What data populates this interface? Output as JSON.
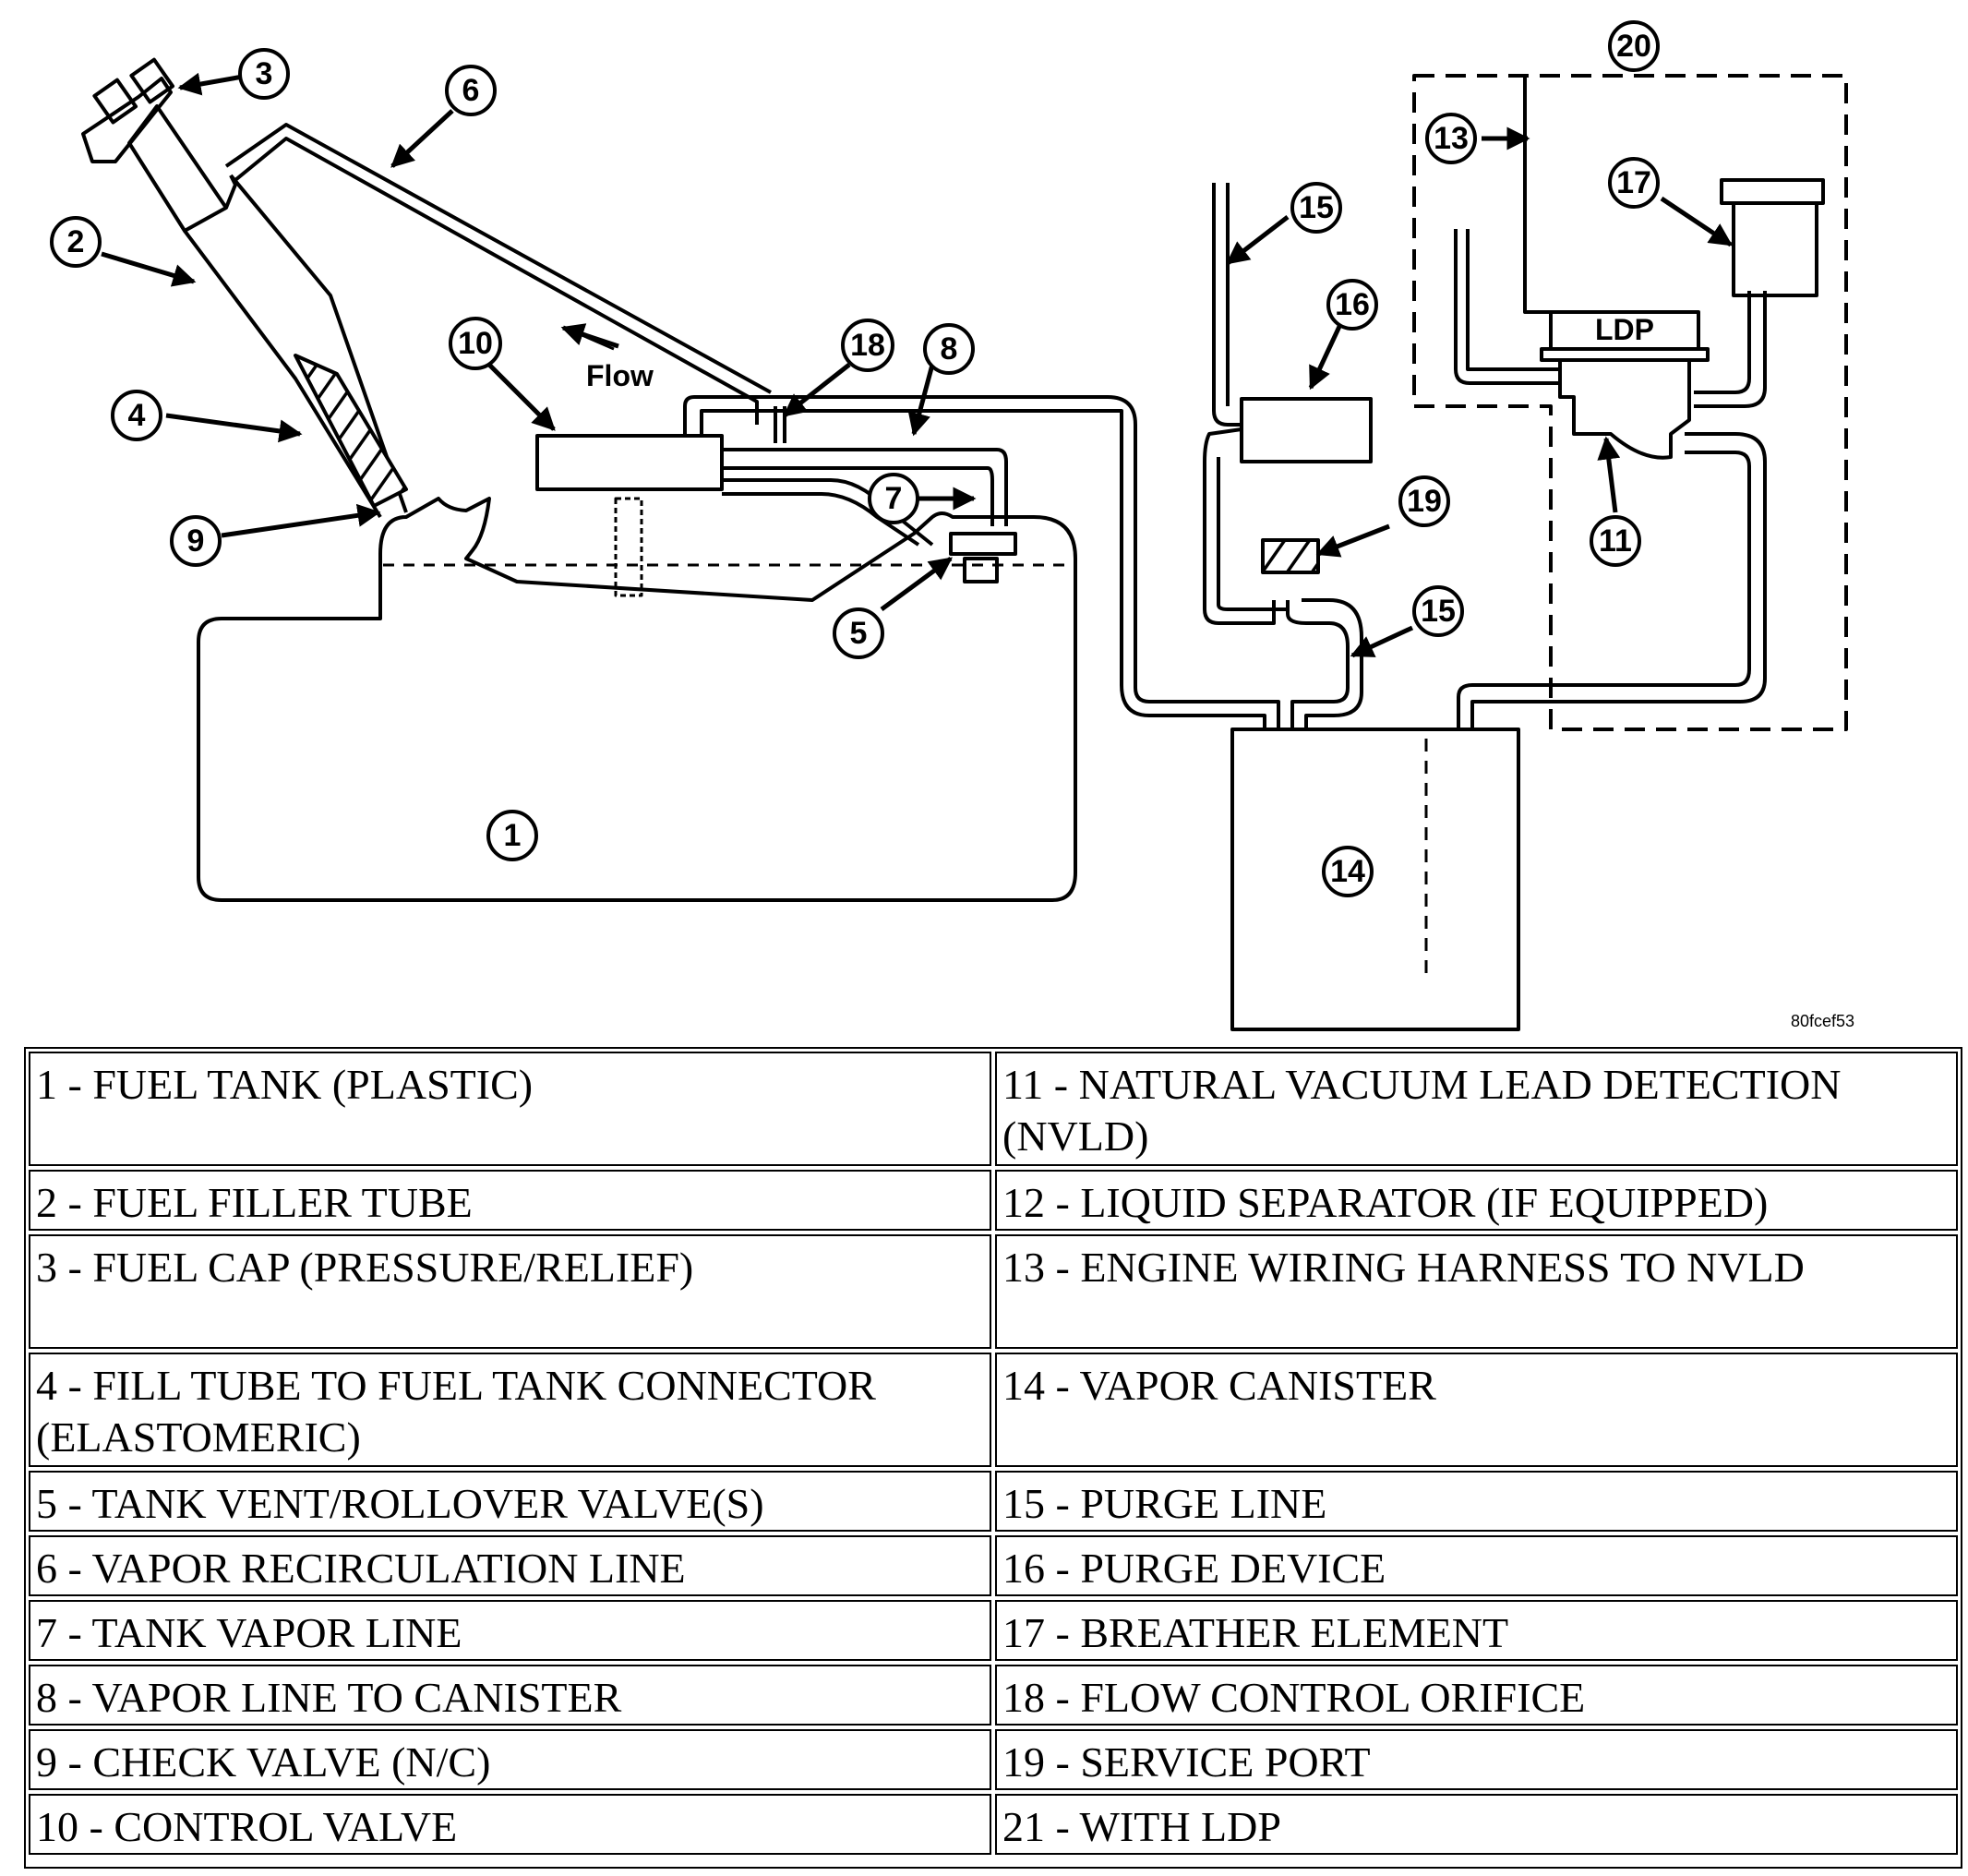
{
  "diagram": {
    "labels": {
      "flow": "Flow",
      "ldp": "LDP",
      "image_code": "80fcef53"
    },
    "callouts": [
      "1",
      "2",
      "3",
      "4",
      "5",
      "6",
      "7",
      "8",
      "9",
      "10",
      "11",
      "13",
      "14",
      "15",
      "15",
      "16",
      "17",
      "18",
      "19",
      "20"
    ]
  },
  "legend": {
    "rows": [
      {
        "left": "1 - FUEL TANK (PLASTIC)",
        "right": "11 - NATURAL VACUUM LEAD DETECTION (NVLD)"
      },
      {
        "left": "2 - FUEL FILLER TUBE",
        "right": "12 - LIQUID SEPARATOR (IF EQUIPPED)"
      },
      {
        "left": "3 - FUEL CAP (PRESSURE/RELIEF)",
        "right": "13 - ENGINE WIRING HARNESS TO NVLD"
      },
      {
        "left": "4 - FILL TUBE TO FUEL TANK CONNECTOR (ELASTOMERIC)",
        "right": "14 - VAPOR CANISTER"
      },
      {
        "left": "5 - TANK VENT/ROLLOVER VALVE(S)",
        "right": "15 - PURGE LINE"
      },
      {
        "left": "6 - VAPOR RECIRCULATION LINE",
        "right": "16 - PURGE DEVICE"
      },
      {
        "left": "7 - TANK VAPOR LINE",
        "right": "17 - BREATHER ELEMENT"
      },
      {
        "left": "8 - VAPOR LINE TO CANISTER",
        "right": "18 - FLOW CONTROL ORIFICE"
      },
      {
        "left": "9 - CHECK VALVE (N/C)",
        "right": "19 - SERVICE PORT"
      },
      {
        "left": "10 - CONTROL VALVE",
        "right": "21 - WITH LDP"
      }
    ]
  }
}
